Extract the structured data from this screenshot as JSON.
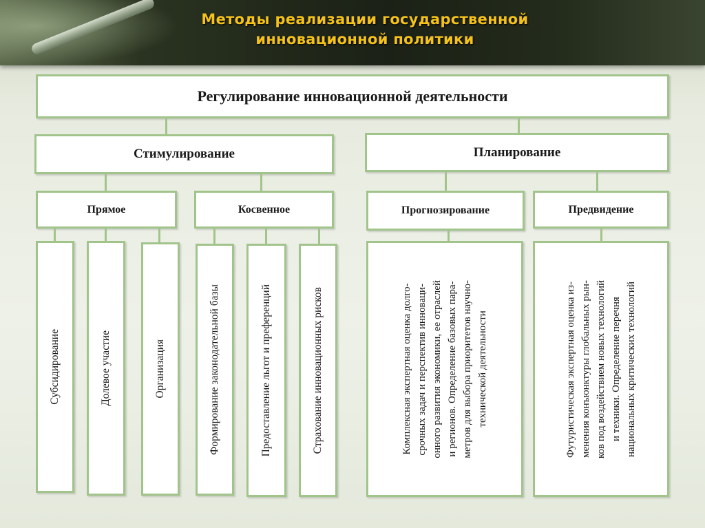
{
  "header": {
    "title_line1": "Методы реализации государственной",
    "title_line2": "инновационной политики"
  },
  "diagram": {
    "root": "Регулирование инновационной деятельности",
    "stimulation": {
      "label": "Стимулирование",
      "direct": {
        "label": "Прямое",
        "items": [
          "Субсидирование",
          "Долевое участие",
          "Организация"
        ]
      },
      "indirect": {
        "label": "Косвенное",
        "items": [
          "Формирование законодательной базы",
          "Предоставление льгот и преференций",
          "Страхование инновационных рисков"
        ]
      }
    },
    "planning": {
      "label": "Планирование",
      "forecasting": {
        "label": "Прогнозирование",
        "description_lines": [
          "Комплексная экспертная оценка долго-",
          "срочных задач и перспектив инноваци-",
          "онного развития экономики, ее отраслей",
          "и регионов. Определение базовых пара-",
          "метров для выбора приоритетов научно-",
          "технической деятельности"
        ]
      },
      "foresight": {
        "label": "Предвидение",
        "description_lines": [
          "Футуристическая экспертная оценка из-",
          "менения конъюнктуры глобальных рын-",
          "ков под воздействием новых технологий",
          "и техники. Определение перечня",
          "национальных критических технологий"
        ]
      }
    }
  },
  "colors": {
    "box_border": "#a1c48b",
    "title_text": "#f4c21a",
    "header_bg": "#1b2116"
  }
}
